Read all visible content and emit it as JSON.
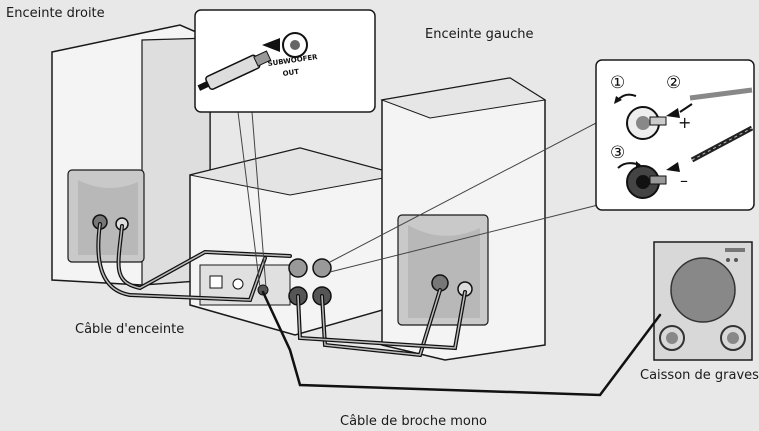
{
  "labels": {
    "right_speaker": "Enceinte droite",
    "left_speaker": "Enceinte gauche",
    "speaker_cable": "Câble d'enceinte",
    "subwoofer": "Caisson de graves",
    "mono_cable": "Câble de broche mono"
  },
  "inset_subwoofer_out": {
    "line1": "SUBWOOFER",
    "line2": "OUT"
  },
  "inset_terminals": {
    "step1": "①",
    "step2": "②",
    "step3": "③",
    "plus": "+",
    "minus": "–"
  },
  "colors": {
    "background": "#e8e8e8",
    "outline": "#1a1a1a",
    "speaker_face": "#f4f4f4",
    "panel": "#c9c9c9",
    "cable": "#111111"
  }
}
